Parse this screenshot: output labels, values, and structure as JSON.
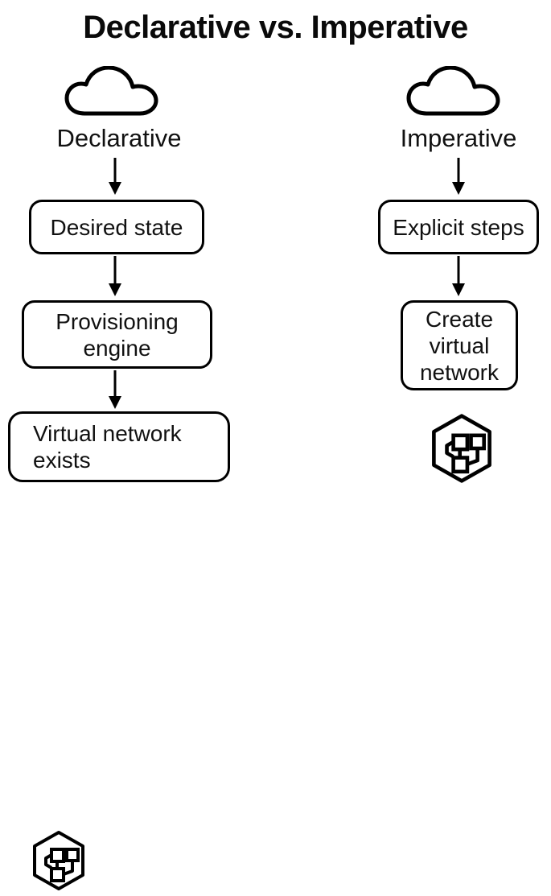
{
  "diagram": {
    "title": "Declarative vs. Imperative",
    "background_color": "#ffffff",
    "stroke_color": "#000000",
    "columns": [
      {
        "key": "declarative",
        "label": "Declarative",
        "cloud_icon": "cloud-icon",
        "steps": [
          {
            "text": "Desired state",
            "shape": "rounded-rectangle"
          },
          {
            "text": "Provisioning engine",
            "shape": "rounded-rectangle"
          },
          {
            "text": "Virtual network exists",
            "shape": "rounded-rectangle",
            "icon": "virtual-network-hexagon-icon"
          }
        ]
      },
      {
        "key": "imperative",
        "label": "Imperative",
        "cloud_icon": "cloud-icon",
        "steps": [
          {
            "text": "Explicit steps",
            "shape": "rounded-rectangle"
          },
          {
            "text": "Create virtual network",
            "shape": "rounded-rectangle"
          },
          {
            "text": "",
            "shape": "hexagon",
            "icon": "virtual-network-hexagon-icon"
          }
        ]
      }
    ],
    "connectors": [
      {
        "from": "Declarative",
        "to": "Desired state",
        "type": "down-arrow"
      },
      {
        "from": "Desired state",
        "to": "Provisioning engine",
        "type": "down-arrow"
      },
      {
        "from": "Provisioning engine",
        "to": "Virtual network exists",
        "type": "down-arrow"
      },
      {
        "from": "Imperative",
        "to": "Explicit steps",
        "type": "down-arrow"
      },
      {
        "from": "Explicit steps",
        "to": "Create virtual network",
        "type": "down-arrow"
      }
    ]
  }
}
